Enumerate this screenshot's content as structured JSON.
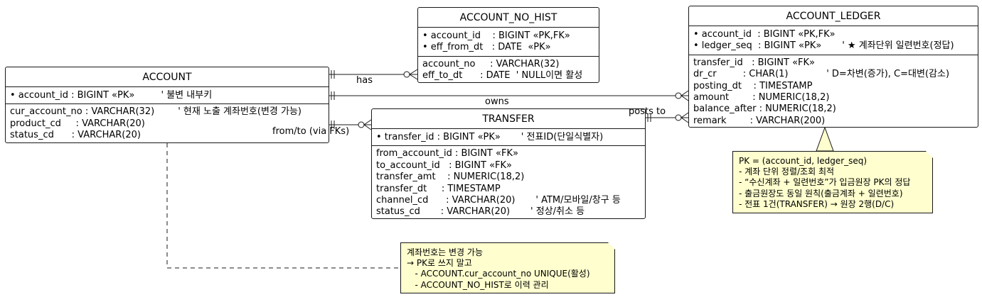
{
  "entities": {
    "account_no_hist": {
      "title": "ACCOUNT_NO_HIST",
      "keys": [
        "• account_id    : BIGINT «PK,FK»",
        "• eff_from_dt   : DATE  «PK»"
      ],
      "attrs": [
        "account_no     : VARCHAR(32)",
        "eff_to_dt      : DATE  ' NULL이면 활성"
      ]
    },
    "account_ledger": {
      "title": "ACCOUNT_LEDGER",
      "keys": [
        "• account_id  : BIGINT «PK,FK»",
        "• ledger_seq  : BIGINT «PK»       ' ★ 계좌단위 일련번호(정답)"
      ],
      "attrs": [
        "transfer_id   : BIGINT «FK»",
        "dr_cr         : CHAR(1)             ' D=차변(증가), C=대변(감소)",
        "posting_dt    : TIMESTAMP",
        "amount        : NUMERIC(18,2)",
        "balance_after : NUMERIC(18,2)",
        "remark        : VARCHAR(200)"
      ]
    },
    "account": {
      "title": "ACCOUNT",
      "keys": [
        "• account_id : BIGINT «PK»         ' 불변 내부키"
      ],
      "attrs": [
        "cur_account_no : VARCHAR(32)        ' 현재 노출 계좌번호(변경 가능)",
        "product_cd     : VARCHAR(20)",
        "status_cd      : VARCHAR(20)"
      ]
    },
    "transfer": {
      "title": "TRANSFER",
      "keys": [
        "• transfer_id : BIGINT «PK»       ' 전표ID(단일식별자)"
      ],
      "attrs": [
        "from_account_id : BIGINT «FK»",
        "to_account_id   : BIGINT «FK»",
        "transfer_amt    : NUMERIC(18,2)",
        "transfer_dt     : TIMESTAMP",
        "channel_cd      : VARCHAR(20)       ' ATM/모바일/창구 등",
        "status_cd       : VARCHAR(20)       ' 정상/취소 등"
      ]
    }
  },
  "relations": {
    "has": "has",
    "owns": "owns",
    "from_to": "from/to (via FKs)",
    "posts_to": "posts to"
  },
  "notes": {
    "ledger_note": [
      "PK = (account_id, ledger_seq)",
      "- 계좌 단위 정렬/조회 최적",
      "- “수신계좌 + 일련번호”가 입금원장 PK의 정답",
      "- 출금원장도 동일 원칙(출금계좌 + 일련번호)",
      "- 전표 1건(TRANSFER) → 원장 2행(D/C)"
    ],
    "account_note": [
      "계좌번호는 변경 가능",
      "→ PK로 쓰지 말고",
      "   - ACCOUNT.cur_account_no UNIQUE(활성)",
      "   - ACCOUNT_NO_HIST로 이력 관리"
    ]
  },
  "colors": {
    "border": "#181818",
    "note_bg": "#fefece",
    "background": "#ffffff"
  }
}
